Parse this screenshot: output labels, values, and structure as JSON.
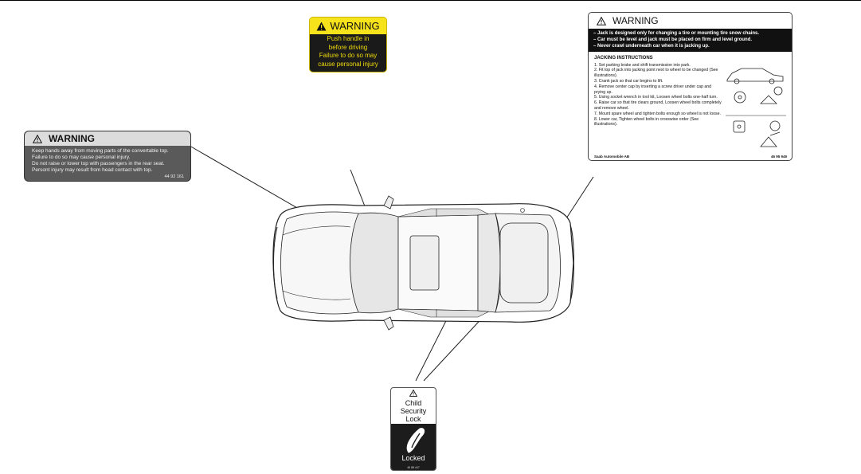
{
  "yellow_label": {
    "title": "WARNING",
    "lines": [
      "Push handle in",
      "before driving",
      "Failure to do so may",
      "cause personal injury"
    ],
    "color": "#f2dc0a"
  },
  "convertible_label": {
    "title": "WARNING",
    "lines": [
      "Keep hands away from moving parts of the convertable top.",
      "Failure to do so may cause personal injury.",
      "Do not raise or lower top with passengers in the rear seat.",
      "Persont injury may result from head contact with top."
    ],
    "part_no": "44 92 161"
  },
  "jacking_label": {
    "title": "WARNING",
    "warnings": [
      "– Jack is designed only for changing a tire or mounting tire snow chains.",
      "– Car must be level and jack must be placed on firm and level ground.",
      "– Never crawl underneath car when it is jacking up."
    ],
    "instructions_title": "JACKING INSTRUCTIONS",
    "steps": [
      "1. Set parking brake and shift transmission into park.",
      "2. Fit top of jack into jacking point next to wheel to be changed (See illustrations).",
      "3. Crank jack so that car begins to lift.",
      "4. Remove center cap by inserting a screw driver under cap and prying up.",
      "5. Using socket wrench in tool kit, Loosen wheel bolts one-half turn.",
      "6. Raise car so that tire clears ground, Loosen wheel bolts completely and remove wheel.",
      "7. Mount spare wheel and tighten bolts enough so wheel is not loose.",
      "8. Lower car, Tighten wheel bolts in crosswise order (See illustrations)."
    ],
    "footer": "Saab Automobile AB",
    "part_no": "46 95 949"
  },
  "child_lock_label": {
    "lines": [
      "Child",
      "Security",
      "Lock"
    ],
    "state": "Locked",
    "part_no": "46 88 447"
  },
  "icons": [
    "warning-triangle-icon",
    "door-handle-icon"
  ]
}
